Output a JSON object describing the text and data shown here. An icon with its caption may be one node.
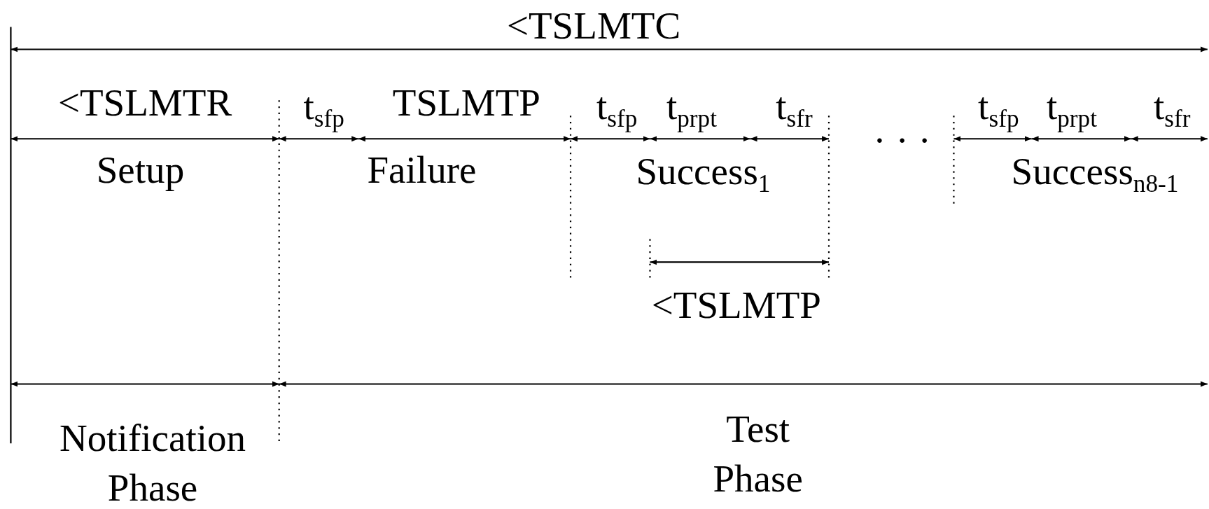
{
  "diagram": {
    "labels": [
      "<TSLMTC",
      "<TSLMTR",
      "t$_{sfp}$",
      "TSLMTP",
      "t$_{sfp}$",
      "t$_{prpt}$",
      "t$_{sfr}$",
      "t$_{sfp}$",
      "t$_{prpt}$",
      "t$_{sfr}$",
      "Setup",
      "Failure",
      "Success$_{1}$",
      "· · ·",
      "Success$_{n8-1}$",
      "<TSLMTP",
      "Notification Phase",
      "Test Phase"
    ]
  }
}
